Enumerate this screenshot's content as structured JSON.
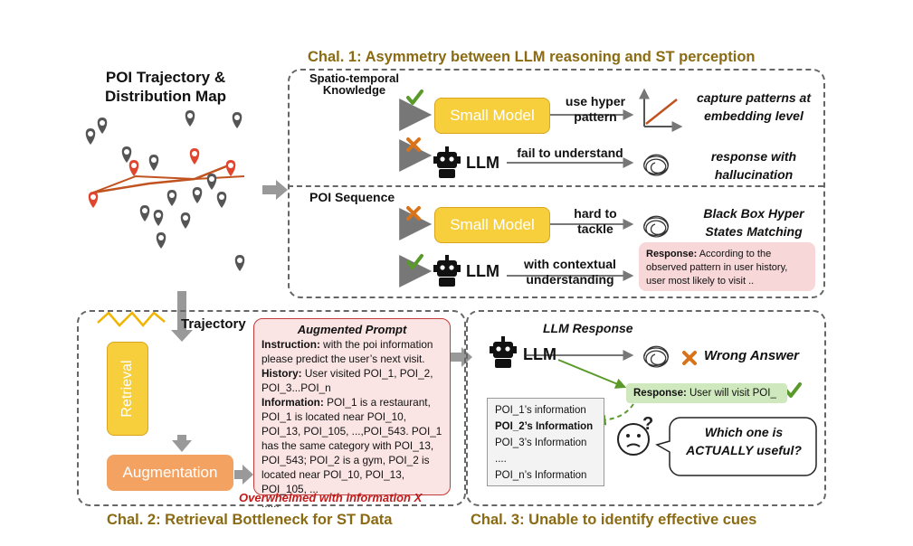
{
  "left": {
    "title_line1": "POI Trajectory &",
    "title_line2": "Distribution Map",
    "trajectory_label": "Trajectory",
    "retrieval_label": "Retrieval",
    "augmentation_label": "Augmentation"
  },
  "chal1": {
    "title": "Chal. 1: Asymmetry between LLM reasoning and ST perception",
    "st_knowledge_line1": "Spatio-temporal",
    "st_knowledge_line2": "Knowledge",
    "poi_sequence": "POI Sequence",
    "row1": {
      "model": "Small Model",
      "label_line1": "use hyper",
      "label_line2": "pattern",
      "response_line1": "capture patterns at",
      "response_line2": "embedding level"
    },
    "row2": {
      "model": "LLM",
      "label": "fail to understand",
      "response_line1": "response with",
      "response_line2": "hallucination"
    },
    "row3": {
      "model": "Small Model",
      "label_line1": "hard to",
      "label_line2": "tackle",
      "response_line1": "Black Box Hyper",
      "response_line2": "States Matching"
    },
    "row4": {
      "model": "LLM",
      "label_line1": "with contextual",
      "label_line2": "understanding",
      "response_head": "Response:",
      "response_text": "According to the observed pattern in user history, user most likely to visit .."
    }
  },
  "chal2": {
    "title": "Chal. 2: Retrieval Bottleneck for ST Data",
    "prompt_title": "Augmented Prompt",
    "instruction_head": "Instruction:",
    "instruction_text": "with the poi information please predict the user’s next visit.",
    "history_head": "History:",
    "history_text": "User visited POI_1, POI_2, POI_3...POI_n",
    "information_head": "Information:",
    "information_text": "POI_1 is a restaurant, POI_1 is located near POI_10, POI_13, POI_105, ...,POI_543. POI_1 has the same category with POI_13, POI_543; POI_2 is a gym, POI_2 is located near POI_10, POI_13, POI_105, ...",
    "ellipsis": "......",
    "overwhelmed": "Overwhelmed with information X"
  },
  "chal3": {
    "title": "Chal. 3: Unable to identify effective cues",
    "llm_response": "LLM Response",
    "llm": "LLM",
    "wrong_answer": "Wrong Answer",
    "response_head": "Response:",
    "response_text": "User will visit POI_",
    "info_items": [
      "POI_1’s information",
      "POI_2’s Information",
      "POI_3’s Information",
      "....",
      "POI_n’s Information"
    ],
    "question_line1": "Which one is",
    "question_line2": "ACTUALLY useful?"
  },
  "colors": {
    "gold": "#8a6a12",
    "yellow": "#f7cf3c",
    "orange": "#f4a261",
    "pink": "#f8d7d8",
    "green": "#5a9a2a",
    "red": "#c23b3b"
  }
}
